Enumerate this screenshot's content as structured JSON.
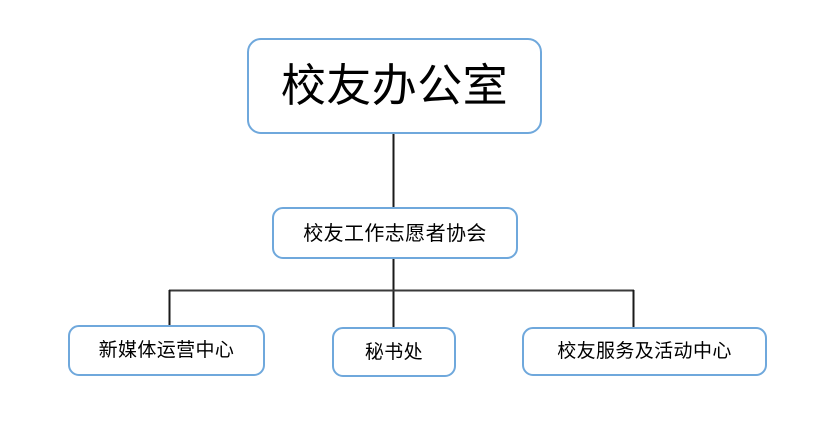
{
  "diagram": {
    "type": "org-chart",
    "background_color": "#ffffff",
    "box_border_color": "#6FA8DC",
    "box_fill_color": "#ffffff",
    "connector_color": "#1a1a1a",
    "nodes": {
      "root": {
        "label": "校友办公室",
        "level": 1
      },
      "association": {
        "label": "校友工作志愿者协会",
        "level": 2
      },
      "newmedia": {
        "label": "新媒体运营中心",
        "level": 3
      },
      "secretariat": {
        "label": "秘书处",
        "level": 3
      },
      "service": {
        "label": "校友服务及活动中心",
        "level": 3
      }
    }
  }
}
